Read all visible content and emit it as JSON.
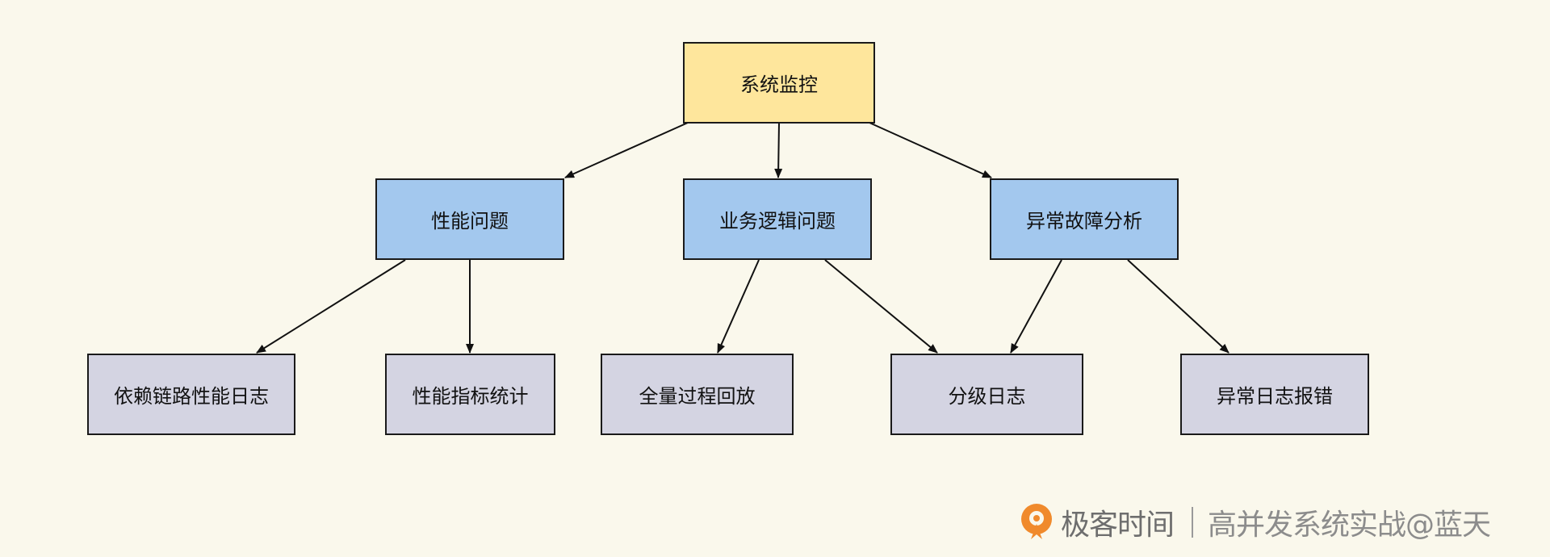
{
  "diagram": {
    "root": {
      "label": "系统监控"
    },
    "categories": [
      {
        "label": "性能问题"
      },
      {
        "label": "业务逻辑问题"
      },
      {
        "label": "异常故障分析"
      }
    ],
    "leaves": [
      {
        "label": "依赖链路性能日志"
      },
      {
        "label": "性能指标统计"
      },
      {
        "label": "全量过程回放"
      },
      {
        "label": "分级日志"
      },
      {
        "label": "异常日志报错"
      }
    ],
    "edges": [
      {
        "from": "root",
        "to": "categories.0"
      },
      {
        "from": "root",
        "to": "categories.1"
      },
      {
        "from": "root",
        "to": "categories.2"
      },
      {
        "from": "categories.0",
        "to": "leaves.0"
      },
      {
        "from": "categories.0",
        "to": "leaves.1"
      },
      {
        "from": "categories.1",
        "to": "leaves.2"
      },
      {
        "from": "categories.1",
        "to": "leaves.3"
      },
      {
        "from": "categories.2",
        "to": "leaves.3"
      },
      {
        "from": "categories.2",
        "to": "leaves.4"
      }
    ],
    "colors": {
      "root_fill": "#fee69c",
      "category_fill": "#a3c8ee",
      "leaf_fill": "#d4d4e2",
      "border": "#1a1a1a",
      "background": "#faf8ec"
    }
  },
  "watermark": {
    "logo_icon": "geekbang-logo-icon",
    "logo_color": "#f08a2c",
    "brand": "极客时间",
    "title": "高并发系统实战@蓝天"
  }
}
